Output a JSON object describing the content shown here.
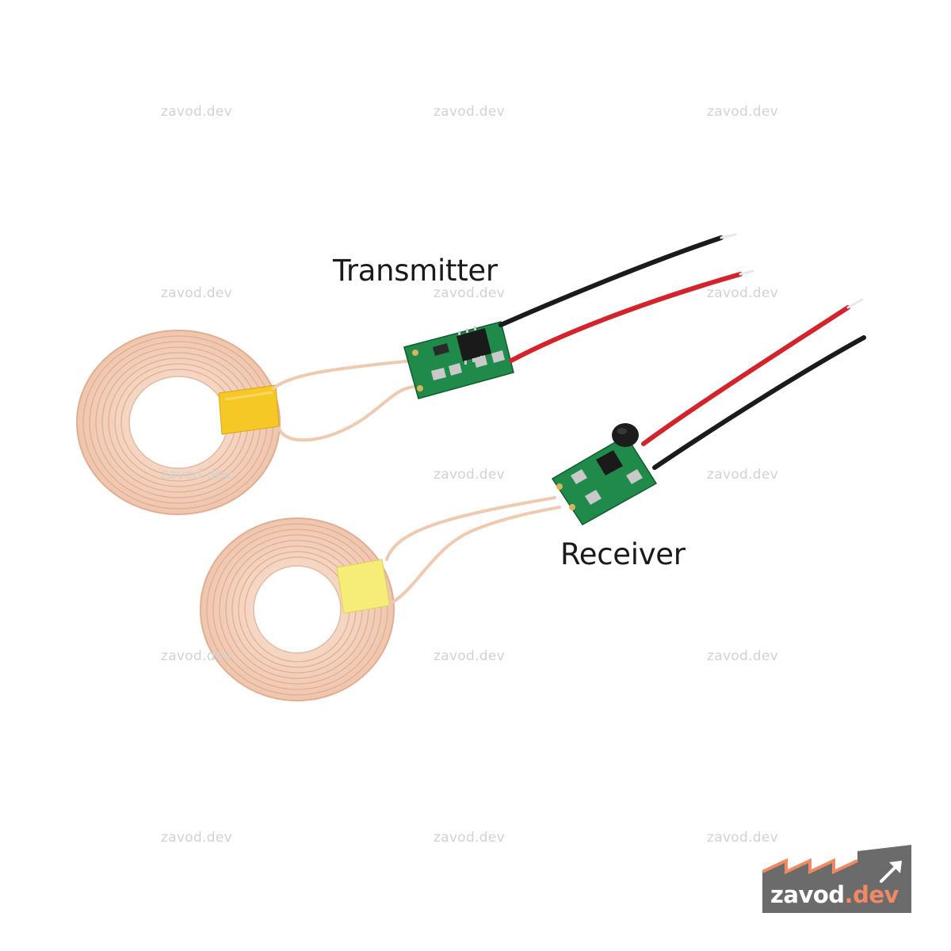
{
  "labels": {
    "transmitter": "Transmitter",
    "receiver": "Receiver"
  },
  "watermark": "zavod.dev",
  "logo": {
    "name": "zavod",
    "tld": ".dev",
    "colors": {
      "bg": "#6b6b6b",
      "accent": "#f08a64",
      "text": "#ffffff"
    }
  },
  "colors": {
    "coil": "#f3d2bf",
    "coil_line": "#e2ad90",
    "tape": "#f5cf2a",
    "tape_light": "#f7ee7c",
    "pcb": "#1f8a4a",
    "wire_red": "#d4232b",
    "wire_black": "#1b1b1b"
  },
  "icons": [
    "arrow-up-right-icon",
    "factory-roof-icon"
  ]
}
